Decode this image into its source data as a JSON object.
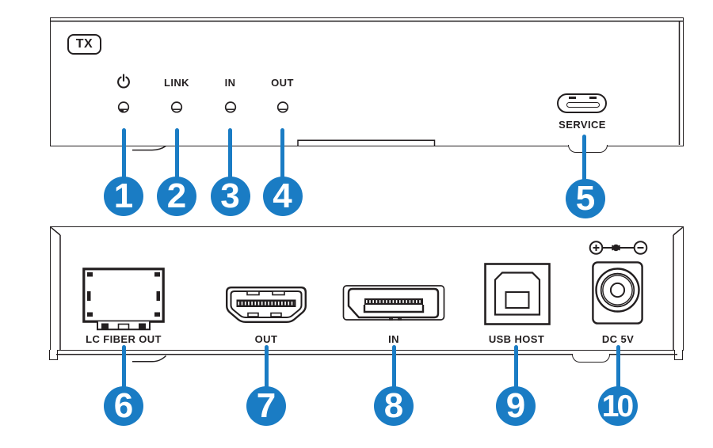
{
  "colors": {
    "accent_blue": "#1a7cc4",
    "line_dark": "#231f20"
  },
  "front_panel": {
    "badge": "TX",
    "indicators": [
      {
        "icon": "power-icon",
        "label": "",
        "callout": "1"
      },
      {
        "icon": "led-icon",
        "label": "LINK",
        "callout": "2"
      },
      {
        "icon": "led-icon",
        "label": "IN",
        "callout": "3"
      },
      {
        "icon": "led-icon",
        "label": "OUT",
        "callout": "4"
      }
    ],
    "service": {
      "icon": "usb-c-port-icon",
      "label": "SERVICE",
      "callout": "5"
    }
  },
  "rear_panel": {
    "ports": [
      {
        "icon": "sfp-fiber-port-icon",
        "label": "LC FIBER OUT",
        "callout": "6"
      },
      {
        "icon": "hdmi-port-icon",
        "label": "OUT",
        "callout": "7"
      },
      {
        "icon": "displayport-port-icon",
        "label": "IN",
        "callout": "8"
      },
      {
        "icon": "usb-b-port-icon",
        "label": "USB HOST",
        "callout": "9"
      },
      {
        "icon": "dc-jack-icon",
        "label": "DC 5V",
        "callout": "10",
        "polarity_icon": "center-positive-polarity-icon"
      }
    ]
  }
}
